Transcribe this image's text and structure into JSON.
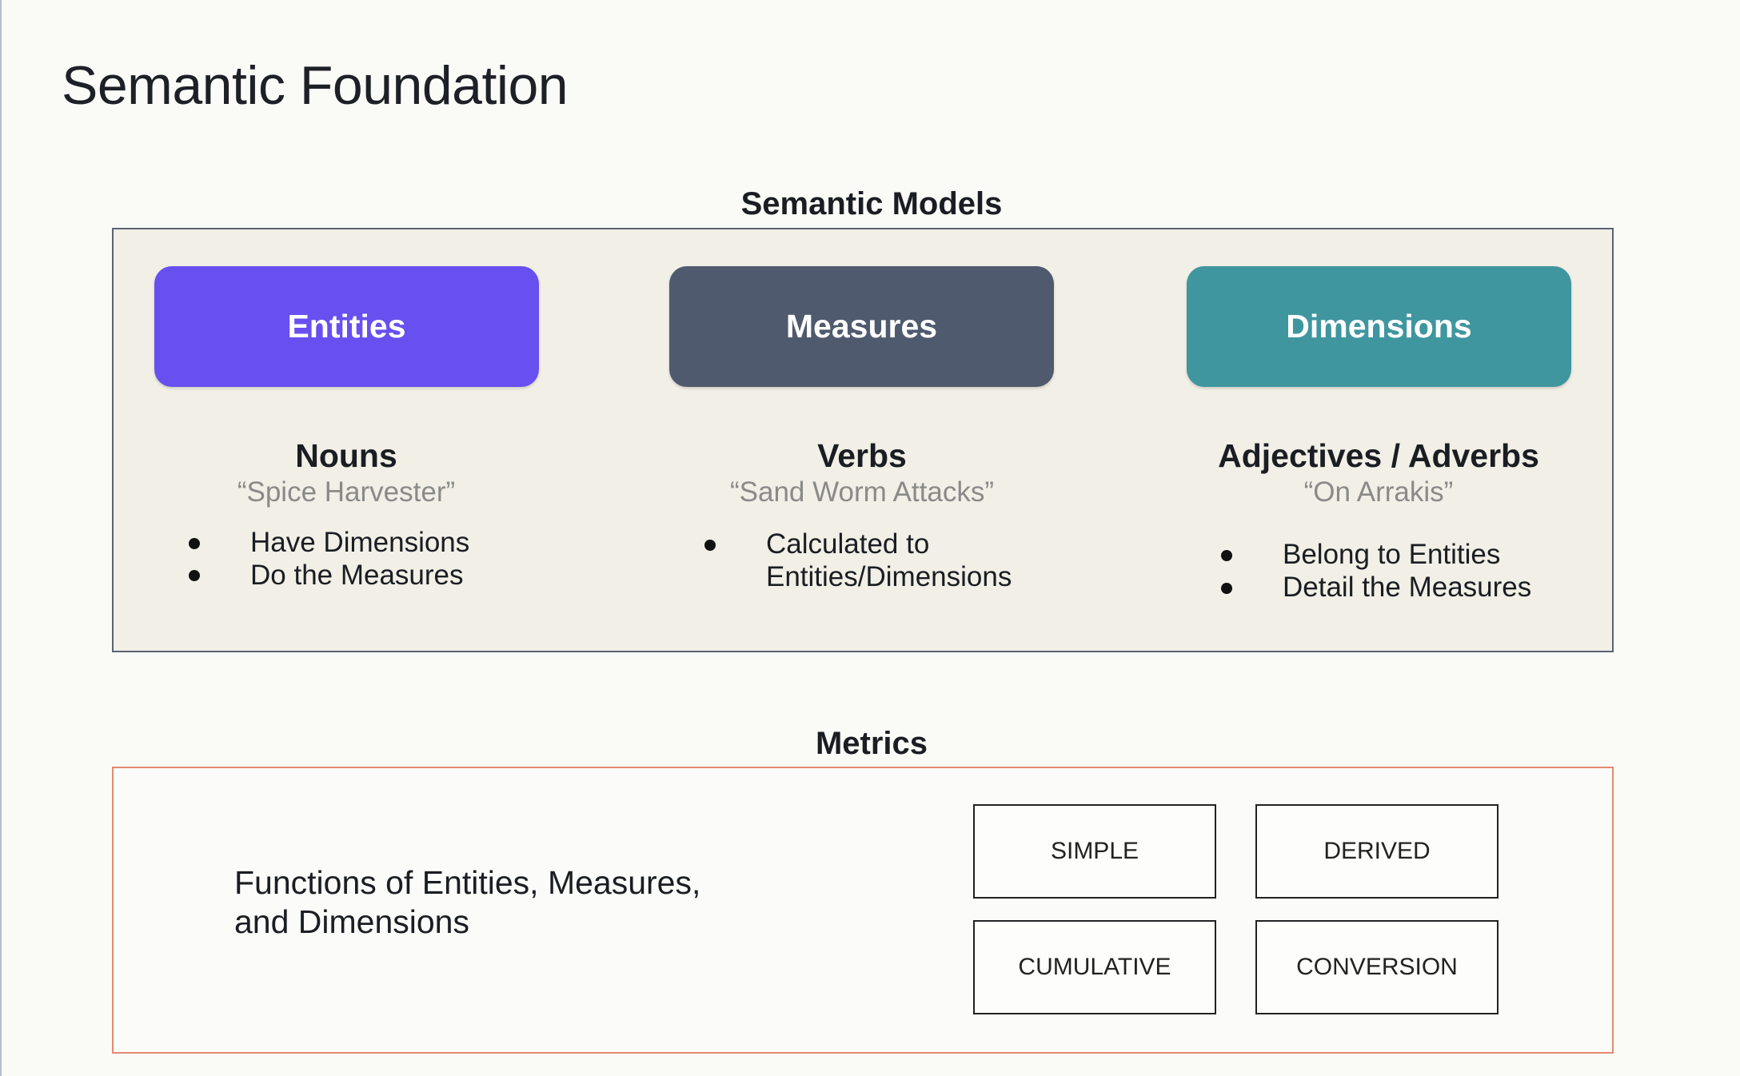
{
  "title": "Semantic Foundation",
  "semantic_models": {
    "label": "Semantic Models",
    "columns": [
      {
        "card": "Entities",
        "color": "#684ff0",
        "heading": "Nouns",
        "example": "“Spice Harvester”",
        "bullets": [
          "Have Dimensions",
          "Do the Measures"
        ]
      },
      {
        "card": "Measures",
        "color": "#4f5a6e",
        "heading": "Verbs",
        "example": "“Sand Worm Attacks”",
        "bullets": [
          "Calculated to Entities/Dimensions"
        ]
      },
      {
        "card": "Dimensions",
        "color": "#40969f",
        "heading": "Adjectives / Adverbs",
        "example": "“On Arrakis”",
        "bullets": [
          "Belong to Entities",
          "Detail the Measures"
        ]
      }
    ]
  },
  "metrics": {
    "label": "Metrics",
    "description": "Functions of Entities, Measures, and Dimensions",
    "types": [
      "SIMPLE",
      "DERIVED",
      "CUMULATIVE",
      "CONVERSION"
    ]
  }
}
